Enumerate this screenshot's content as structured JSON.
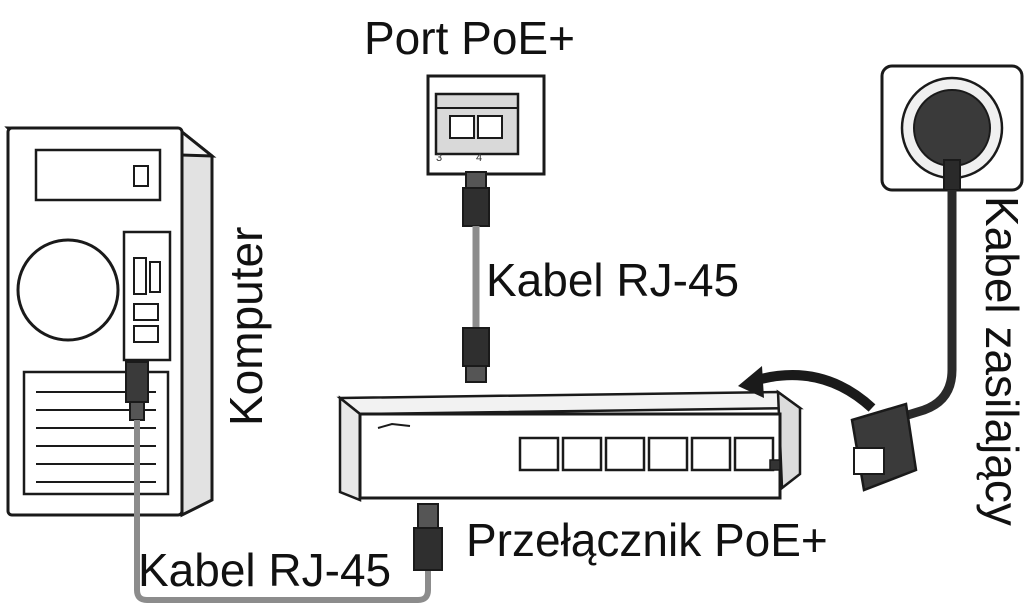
{
  "diagram": {
    "labels": {
      "port_poe": "Port PoE+",
      "cable_top": "Kabel RJ-45",
      "computer": "Komputer",
      "power_cable": "Kabel zasilający",
      "switch": "Przełącznik PoE+",
      "cable_bottom": "Kabel RJ-45"
    },
    "port_numbers": [
      "3",
      "4"
    ],
    "switch_port_count": 6,
    "colors": {
      "line": "#1a1a1a",
      "fill": "#ffffff",
      "shade": "#d8d8d8",
      "dark": "#2a2a2a"
    }
  }
}
